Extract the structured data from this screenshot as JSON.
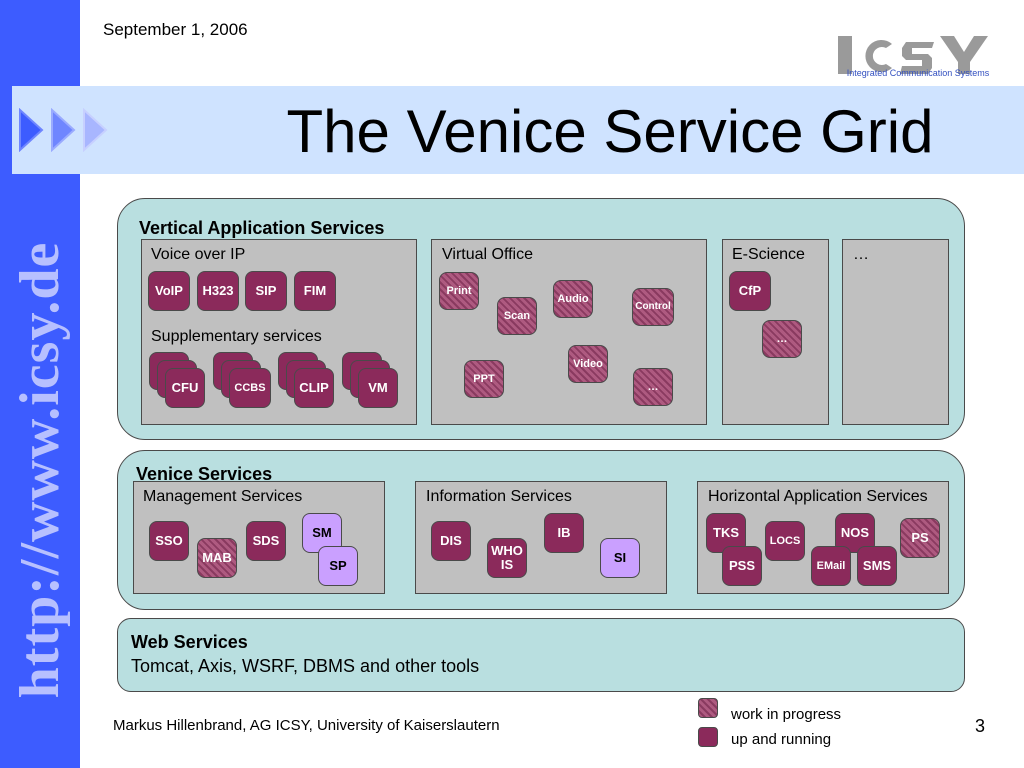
{
  "header": {
    "date": "September 1, 2006",
    "title": "The Venice Service Grid"
  },
  "logo": {
    "letters": "ICSY",
    "subtitle": "Integrated Communication Systems"
  },
  "sidebar": {
    "url": "http://www.icsy.de"
  },
  "vertical": {
    "heading": "Vertical Application Services",
    "voip": {
      "label": "Voice over IP",
      "chips": [
        "VoIP",
        "H323",
        "SIP",
        "FIM"
      ],
      "supp_label": "Supplementary services",
      "supp_chips": [
        "CFU",
        "CCBS",
        "CLIP",
        "VM"
      ]
    },
    "office": {
      "label": "Virtual Office",
      "chips": [
        "Print",
        "Scan",
        "Audio",
        "Control",
        "Video",
        "PPT",
        "…"
      ]
    },
    "escience": {
      "label": "E-Science",
      "chips": [
        "CfP",
        "…"
      ]
    },
    "more": {
      "label": "…"
    }
  },
  "venice": {
    "heading": "Venice Services",
    "management": {
      "label": "Management Services",
      "chips": [
        "SSO",
        "MAB",
        "SDS",
        "SM",
        "SP"
      ]
    },
    "information": {
      "label": "Information Services",
      "chips": [
        "DIS",
        "WHO IS",
        "IB",
        "SI"
      ]
    },
    "horizontal": {
      "label": "Horizontal Application Services",
      "chips": [
        "TKS",
        "PSS",
        "LOCS",
        "NOS",
        "EMail",
        "SMS",
        "PS"
      ]
    }
  },
  "web": {
    "heading": "Web Services",
    "text": "Tomcat, Axis, WSRF, DBMS and other tools"
  },
  "legend": {
    "wip": "work in progress",
    "running": "up and running"
  },
  "footer": {
    "author": "Markus Hillenbrand, AG ICSY, University of Kaiserslautern",
    "page": "3"
  },
  "colors": {
    "sidebar": "#3d5cff",
    "title_band": "#cfe3ff",
    "panel": "#b9dfe0",
    "box": "#c0c0c0",
    "running": "#8b2a5b",
    "lavender": "#caa0ff"
  }
}
